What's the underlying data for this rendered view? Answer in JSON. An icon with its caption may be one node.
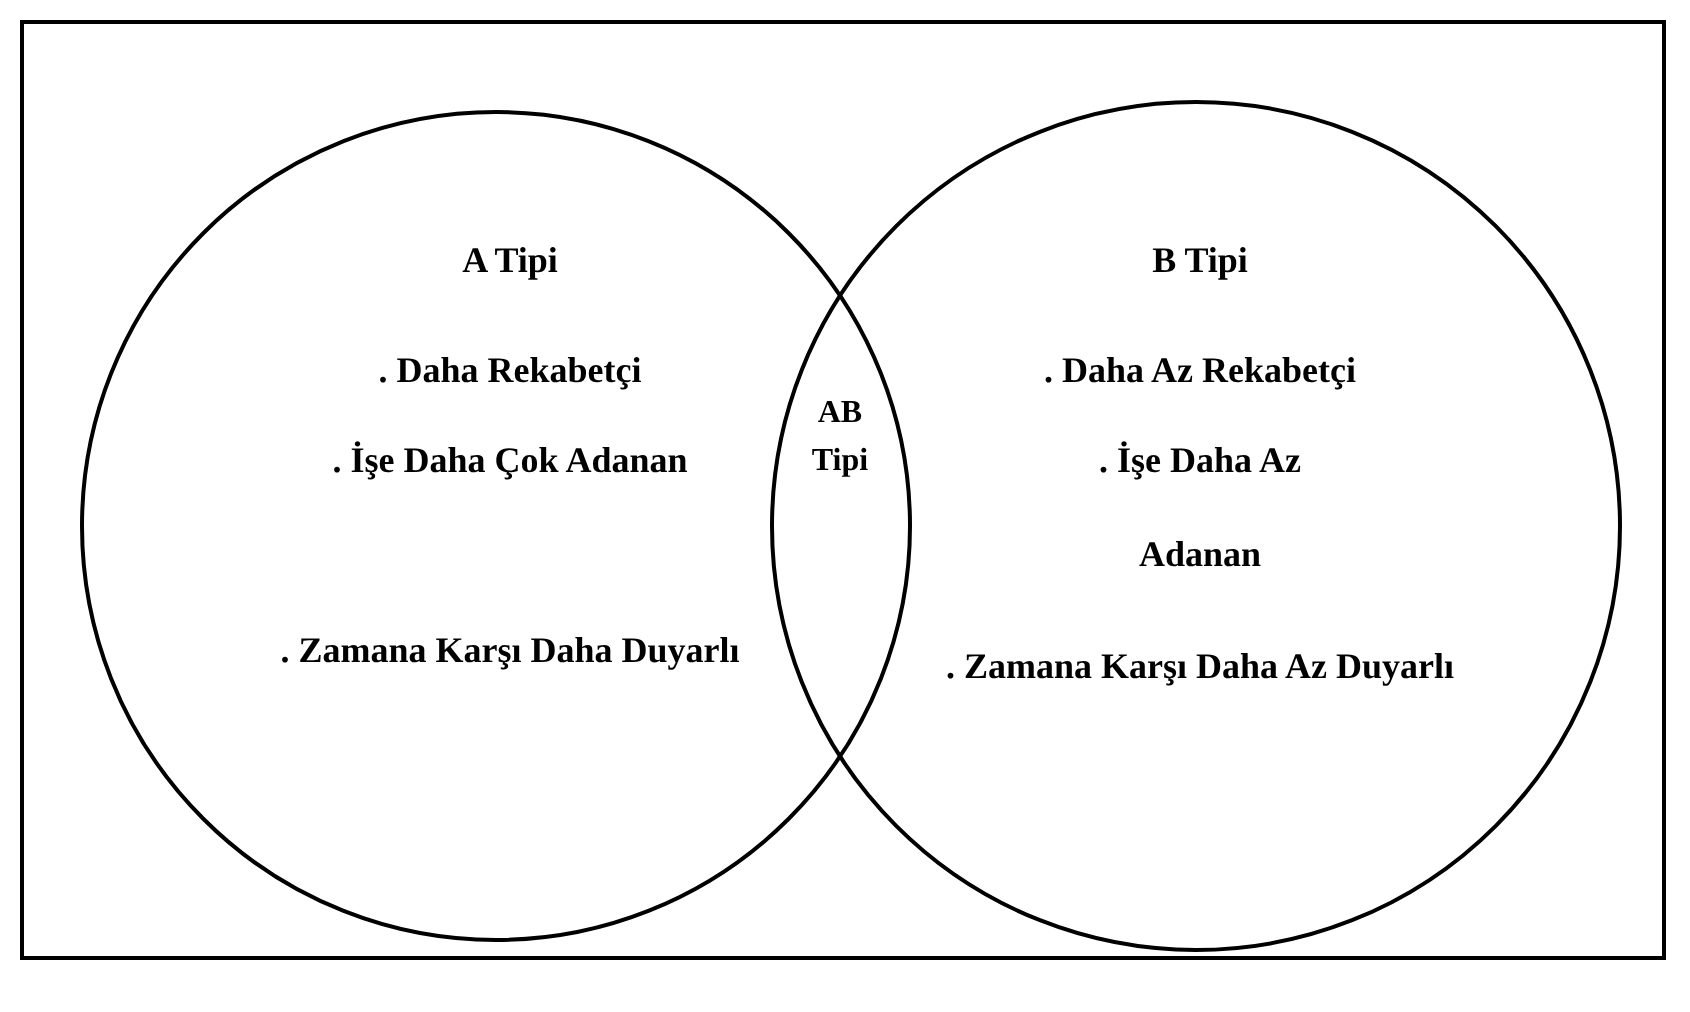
{
  "diagram": {
    "nodes": [
      {
        "text": [
          "A Tipi",
          ". Daha Rekabetçi",
          ". İşe Daha Çok Adanan",
          ". Zamana Karşı Daha Duyarlı"
        ]
      },
      {
        "text": [
          "B Tipi",
          ". Daha Az Rekabetçi",
          ". İşe Daha Az",
          "Adanan",
          ". Zamana Karşı Daha Az Duyarlı"
        ]
      },
      {
        "text": [
          "AB Tipi"
        ]
      }
    ]
  }
}
